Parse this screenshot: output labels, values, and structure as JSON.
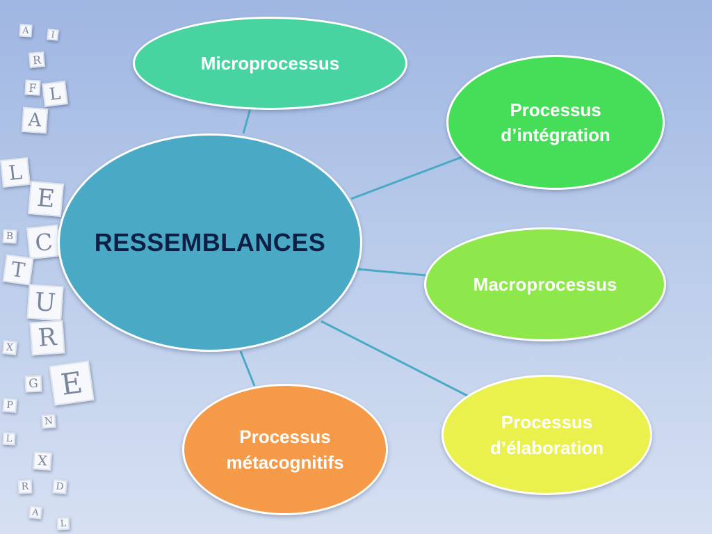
{
  "diagram": {
    "center": {
      "label": "RESSEMBLANCES",
      "color": "#4aaac6"
    },
    "nodes": [
      {
        "id": "microprocessus",
        "lines": [
          "Microprocessus"
        ],
        "color": "#48d4a0"
      },
      {
        "id": "processus-integration",
        "lines": [
          "Processus",
          "d’intégration"
        ],
        "color": "#46de58"
      },
      {
        "id": "macroprocessus",
        "lines": [
          "Macroprocessus"
        ],
        "color": "#8ee84c"
      },
      {
        "id": "processus-elaboration",
        "lines": [
          "Processus",
          "d’élaboration"
        ],
        "color": "#eaf04c"
      },
      {
        "id": "processus-metacognitifs",
        "lines": [
          "Processus",
          "métacognitifs"
        ],
        "color": "#f49a48"
      }
    ],
    "connector_color": "#4aaac6"
  },
  "letter_tiles": [
    "A",
    "I",
    "R",
    "F",
    "L",
    "A",
    "L",
    "E",
    "B",
    "C",
    "T",
    "U",
    "R",
    "X",
    "G",
    "E",
    "P",
    "N",
    "L",
    "X",
    "R",
    "D",
    "A",
    "L"
  ]
}
